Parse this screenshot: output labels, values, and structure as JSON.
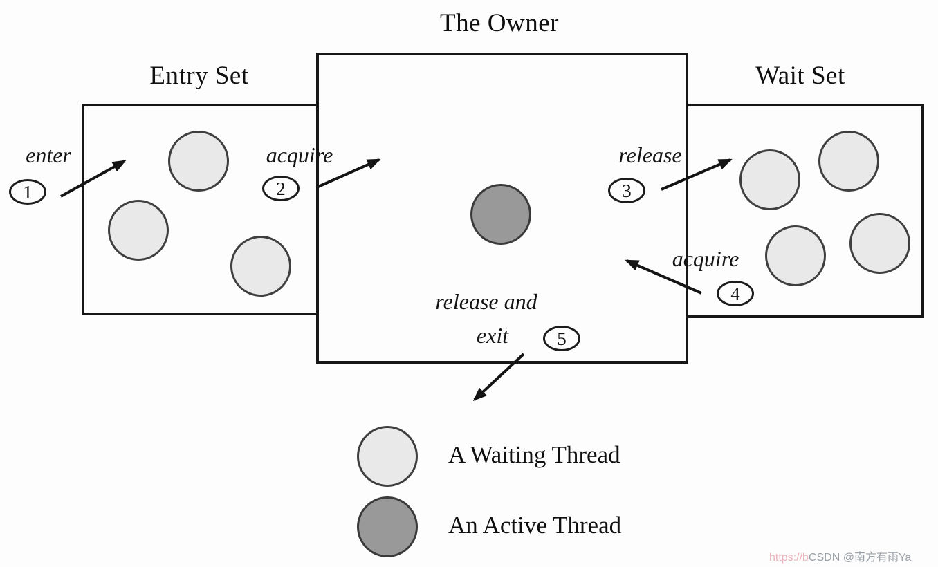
{
  "diagram": {
    "title": "The Owner",
    "entry_set_label": "Entry Set",
    "wait_set_label": "Wait Set",
    "transitions": {
      "enter": {
        "label": "enter",
        "number": "1"
      },
      "acquire_from_entry": {
        "label": "acquire",
        "number": "2"
      },
      "release_to_wait": {
        "label": "release",
        "number": "3"
      },
      "acquire_from_wait": {
        "label": "acquire",
        "number": "4"
      },
      "release_and_exit": {
        "label_line1": "release and",
        "label_line2": "exit",
        "number": "5"
      }
    },
    "legend": {
      "waiting_thread_label": "A Waiting Thread",
      "active_thread_label": "An Active Thread"
    },
    "colors": {
      "waiting_fill": "#e9e9e9",
      "active_fill": "#999999",
      "outline": "#171717"
    },
    "watermark": {
      "url_fragment": "https://b",
      "text": "CSDN @南方有雨Ya"
    }
  }
}
